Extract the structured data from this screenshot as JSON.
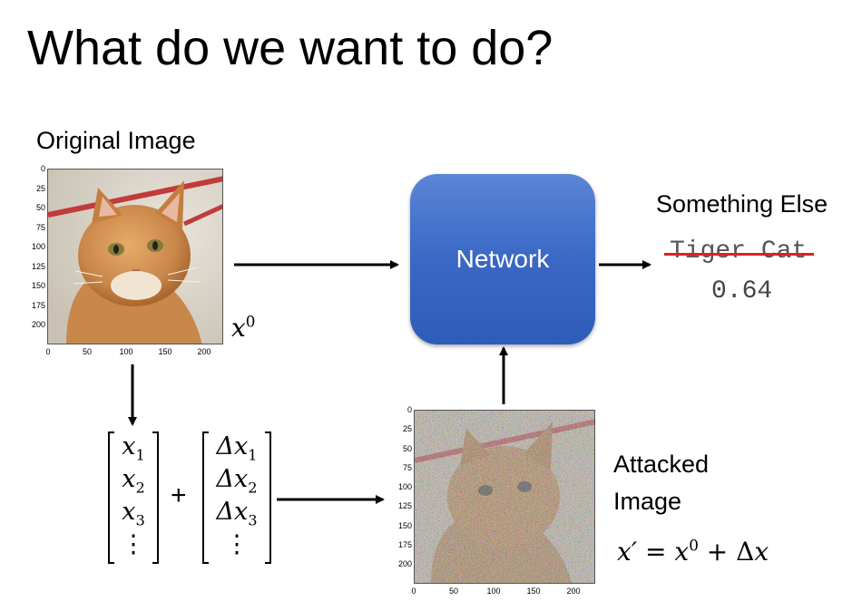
{
  "slide": {
    "title": "What do we want to do?",
    "original_label": "Original Image",
    "original_var": {
      "base": "x",
      "sup": "0"
    },
    "network_label": "Network",
    "output_label": "Something Else",
    "old_class": "Tiger Cat",
    "old_prob": "0.64",
    "attacked_label_line1": "Attacked",
    "attacked_label_line2": "Image",
    "equation": {
      "lhs": "x′",
      "eq": " = ",
      "x": "x",
      "sup": "0",
      "plus": " + Δ",
      "dx": "x"
    },
    "vector_x": {
      "rows": [
        "x",
        "x",
        "x",
        "⋮"
      ],
      "subs": [
        "1",
        "2",
        "3",
        ""
      ]
    },
    "vector_dx": {
      "rows": [
        "Δx",
        "Δx",
        "Δx",
        "⋮"
      ],
      "subs": [
        "1",
        "2",
        "3",
        ""
      ]
    },
    "plus_sign": "+"
  },
  "axes": {
    "original": {
      "yticks": [
        "0",
        "25",
        "50",
        "75",
        "100",
        "125",
        "150",
        "175",
        "200"
      ],
      "xticks": [
        "0",
        "50",
        "100",
        "150",
        "200"
      ]
    },
    "attacked": {
      "yticks": [
        "0",
        "25",
        "50",
        "75",
        "100",
        "125",
        "150",
        "175",
        "200"
      ],
      "xticks": [
        "0",
        "50",
        "100",
        "150",
        "200"
      ]
    }
  },
  "colors": {
    "network_fill": "#3a68c4",
    "strike": "#e02020",
    "cat_orange": "#c98a45"
  },
  "icons": {
    "original_image": "cat-photo",
    "attacked_image": "noisy-cat-photo"
  }
}
